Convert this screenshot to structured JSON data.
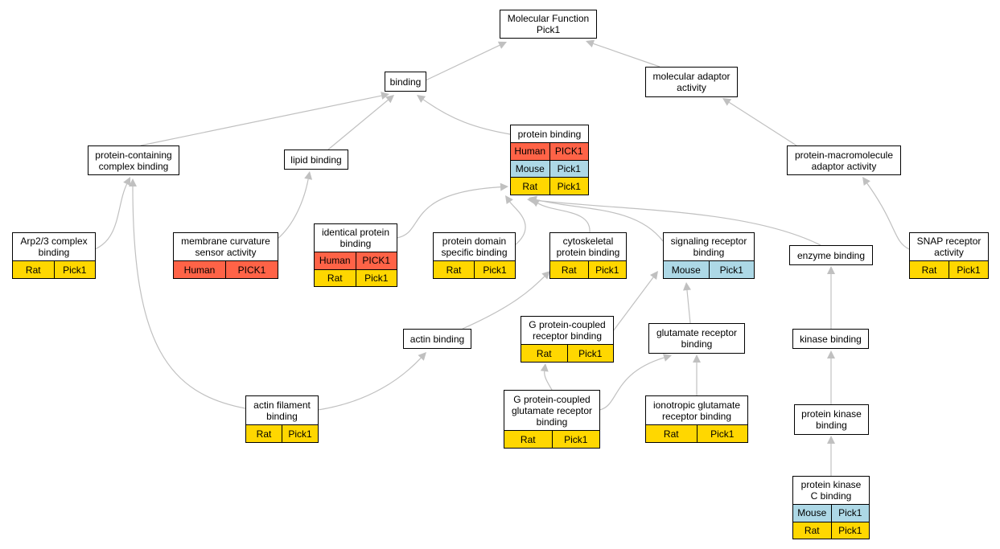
{
  "colors": {
    "Human": "#ff6347",
    "Mouse": "#add8e6",
    "Rat": "#ffd700",
    "edge": "#c0c0c0",
    "border": "#000000"
  },
  "nodes": [
    {
      "id": "mf",
      "label": "Molecular Function\nPick1",
      "rows": []
    },
    {
      "id": "binding",
      "label": "binding",
      "rows": []
    },
    {
      "id": "mol_adaptor",
      "label": "molecular adaptor\nactivity",
      "rows": []
    },
    {
      "id": "pcc_binding",
      "label": "protein-containing\ncomplex binding",
      "rows": []
    },
    {
      "id": "lipid",
      "label": "lipid binding",
      "rows": []
    },
    {
      "id": "protein_binding",
      "label": "protein binding",
      "rows": [
        {
          "species": "Human",
          "gene": "PICK1"
        },
        {
          "species": "Mouse",
          "gene": "Pick1"
        },
        {
          "species": "Rat",
          "gene": "Pick1"
        }
      ]
    },
    {
      "id": "pm_adaptor",
      "label": "protein-macromolecule\nadaptor activity",
      "rows": []
    },
    {
      "id": "arp23",
      "label": "Arp2/3 complex\nbinding",
      "rows": [
        {
          "species": "Rat",
          "gene": "Pick1"
        }
      ]
    },
    {
      "id": "membrane",
      "label": "membrane curvature\nsensor activity",
      "rows": [
        {
          "species": "Human",
          "gene": "PICK1"
        }
      ]
    },
    {
      "id": "identical",
      "label": "identical protein\nbinding",
      "rows": [
        {
          "species": "Human",
          "gene": "PICK1"
        },
        {
          "species": "Rat",
          "gene": "Pick1"
        }
      ]
    },
    {
      "id": "domain",
      "label": "protein domain\nspecific binding",
      "rows": [
        {
          "species": "Rat",
          "gene": "Pick1"
        }
      ]
    },
    {
      "id": "cytoskeletal",
      "label": "cytoskeletal\nprotein binding",
      "rows": [
        {
          "species": "Rat",
          "gene": "Pick1"
        }
      ]
    },
    {
      "id": "signaling",
      "label": "signaling receptor\nbinding",
      "rows": [
        {
          "species": "Mouse",
          "gene": "Pick1"
        }
      ]
    },
    {
      "id": "enzyme",
      "label": "enzyme binding",
      "rows": []
    },
    {
      "id": "snap",
      "label": "SNAP receptor\nactivity",
      "rows": [
        {
          "species": "Rat",
          "gene": "Pick1"
        }
      ]
    },
    {
      "id": "actin",
      "label": "actin binding",
      "rows": []
    },
    {
      "id": "gpcr",
      "label": "G protein-coupled\nreceptor binding",
      "rows": [
        {
          "species": "Rat",
          "gene": "Pick1"
        }
      ]
    },
    {
      "id": "glutamate",
      "label": "glutamate receptor\nbinding",
      "rows": []
    },
    {
      "id": "kinase",
      "label": "kinase binding",
      "rows": []
    },
    {
      "id": "actin_filament",
      "label": "actin filament\nbinding",
      "rows": [
        {
          "species": "Rat",
          "gene": "Pick1"
        }
      ]
    },
    {
      "id": "gpcr_glut",
      "label": "G protein-coupled\nglutamate receptor\nbinding",
      "rows": [
        {
          "species": "Rat",
          "gene": "Pick1"
        }
      ]
    },
    {
      "id": "ionotropic",
      "label": "ionotropic glutamate\nreceptor binding",
      "rows": [
        {
          "species": "Rat",
          "gene": "Pick1"
        }
      ]
    },
    {
      "id": "protein_kinase",
      "label": "protein kinase\nbinding",
      "rows": []
    },
    {
      "id": "pkc",
      "label": "protein kinase\nC binding",
      "rows": [
        {
          "species": "Mouse",
          "gene": "Pick1"
        },
        {
          "species": "Rat",
          "gene": "Pick1"
        }
      ]
    }
  ],
  "edges": [
    {
      "from": "binding",
      "to": "mf"
    },
    {
      "from": "mol_adaptor",
      "to": "mf"
    },
    {
      "from": "pcc_binding",
      "to": "binding"
    },
    {
      "from": "lipid",
      "to": "binding"
    },
    {
      "from": "protein_binding",
      "to": "binding"
    },
    {
      "from": "pm_adaptor",
      "to": "mol_adaptor"
    },
    {
      "from": "arp23",
      "to": "pcc_binding"
    },
    {
      "from": "actin_filament",
      "to": "pcc_binding"
    },
    {
      "from": "membrane",
      "to": "lipid"
    },
    {
      "from": "identical",
      "to": "protein_binding"
    },
    {
      "from": "domain",
      "to": "protein_binding"
    },
    {
      "from": "cytoskeletal",
      "to": "protein_binding"
    },
    {
      "from": "signaling",
      "to": "protein_binding"
    },
    {
      "from": "enzyme",
      "to": "protein_binding"
    },
    {
      "from": "snap",
      "to": "pm_adaptor"
    },
    {
      "from": "actin",
      "to": "cytoskeletal"
    },
    {
      "from": "gpcr",
      "to": "signaling"
    },
    {
      "from": "glutamate",
      "to": "signaling"
    },
    {
      "from": "kinase",
      "to": "enzyme"
    },
    {
      "from": "actin_filament",
      "to": "actin"
    },
    {
      "from": "gpcr_glut",
      "to": "gpcr"
    },
    {
      "from": "gpcr_glut",
      "to": "glutamate"
    },
    {
      "from": "ionotropic",
      "to": "glutamate"
    },
    {
      "from": "protein_kinase",
      "to": "kinase"
    },
    {
      "from": "pkc",
      "to": "protein_kinase"
    }
  ]
}
